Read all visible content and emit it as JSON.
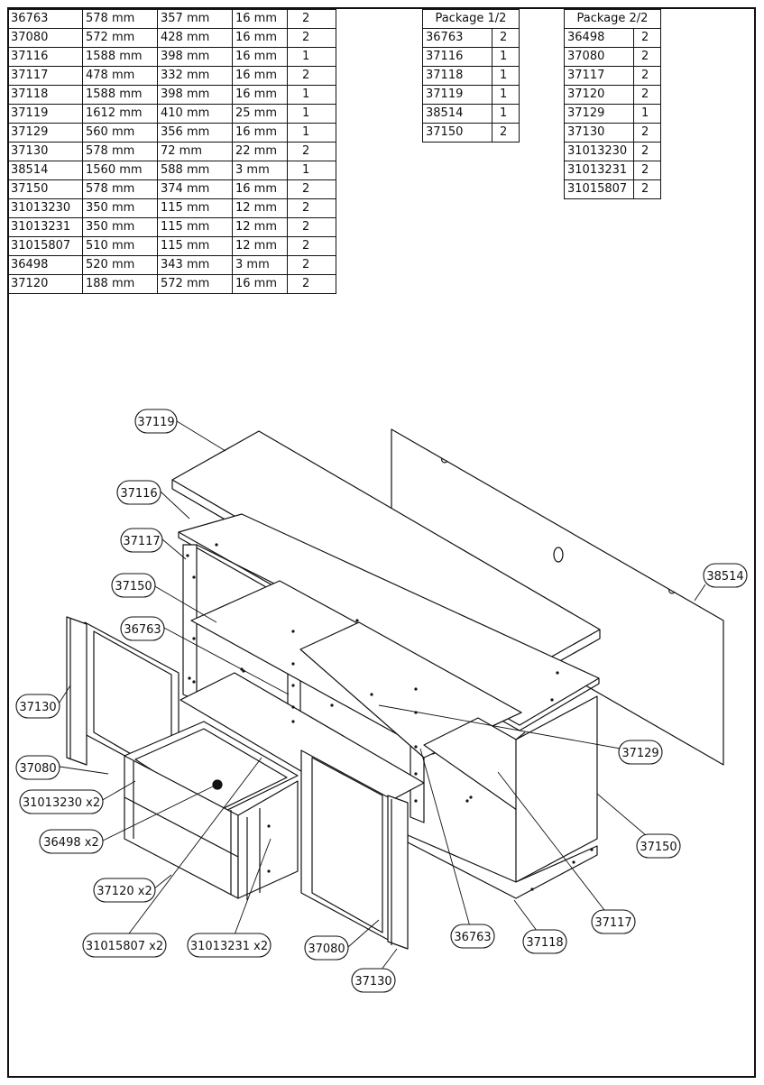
{
  "parts_table": {
    "rows": [
      [
        "36763",
        "578 mm",
        "357 mm",
        "16 mm",
        "2"
      ],
      [
        "37080",
        "572 mm",
        "428 mm",
        "16 mm",
        "2"
      ],
      [
        "37116",
        "1588 mm",
        "398 mm",
        "16 mm",
        "1"
      ],
      [
        "37117",
        "478 mm",
        "332 mm",
        "16 mm",
        "2"
      ],
      [
        "37118",
        "1588 mm",
        "398 mm",
        "16 mm",
        "1"
      ],
      [
        "37119",
        "1612 mm",
        "410 mm",
        "25 mm",
        "1"
      ],
      [
        "37129",
        "560 mm",
        "356 mm",
        "16 mm",
        "1"
      ],
      [
        "37130",
        "578 mm",
        "72 mm",
        "22 mm",
        "2"
      ],
      [
        "38514",
        "1560 mm",
        "588 mm",
        "3 mm",
        "1"
      ],
      [
        "37150",
        "578 mm",
        "374 mm",
        "16 mm",
        "2"
      ],
      [
        "31013230",
        "350 mm",
        "115 mm",
        "12 mm",
        "2"
      ],
      [
        "31013231",
        "350 mm",
        "115 mm",
        "12 mm",
        "2"
      ],
      [
        "31015807",
        "510 mm",
        "115 mm",
        "12 mm",
        "2"
      ],
      [
        "36498",
        "520 mm",
        "343 mm",
        "3 mm",
        "2"
      ],
      [
        "37120",
        "188 mm",
        "572 mm",
        "16 mm",
        "2"
      ]
    ]
  },
  "package_1": {
    "title": "Package 1/2",
    "rows": [
      [
        "36763",
        "2"
      ],
      [
        "37116",
        "1"
      ],
      [
        "37118",
        "1"
      ],
      [
        "37119",
        "1"
      ],
      [
        "38514",
        "1"
      ],
      [
        "37150",
        "2"
      ]
    ]
  },
  "package_2": {
    "title": "Package 2/2",
    "rows": [
      [
        "36498",
        "2"
      ],
      [
        "37080",
        "2"
      ],
      [
        "37117",
        "2"
      ],
      [
        "37120",
        "2"
      ],
      [
        "37129",
        "1"
      ],
      [
        "37130",
        "2"
      ],
      [
        "31013230",
        "2"
      ],
      [
        "31013231",
        "2"
      ],
      [
        "31015807",
        "2"
      ]
    ]
  },
  "callouts": {
    "c37119": "37119",
    "c37116": "37116",
    "c37117a": "37117",
    "c37150a": "37150",
    "c36763a": "36763",
    "c37130a": "37130",
    "c37080a": "37080",
    "c31013230": "31013230 x2",
    "c36498": "36498 x2",
    "c37120": "37120 x2",
    "c31015807": "31015807 x2",
    "c31013231": "31013231 x2",
    "c37080b": "37080",
    "c37130b": "37130",
    "c36763b": "36763",
    "c37118": "37118",
    "c37117b": "37117",
    "c37150b": "37150",
    "c37129": "37129",
    "c38514": "38514"
  },
  "colors": {
    "line": "#111111",
    "hole": "#111111",
    "background": "#ffffff"
  }
}
